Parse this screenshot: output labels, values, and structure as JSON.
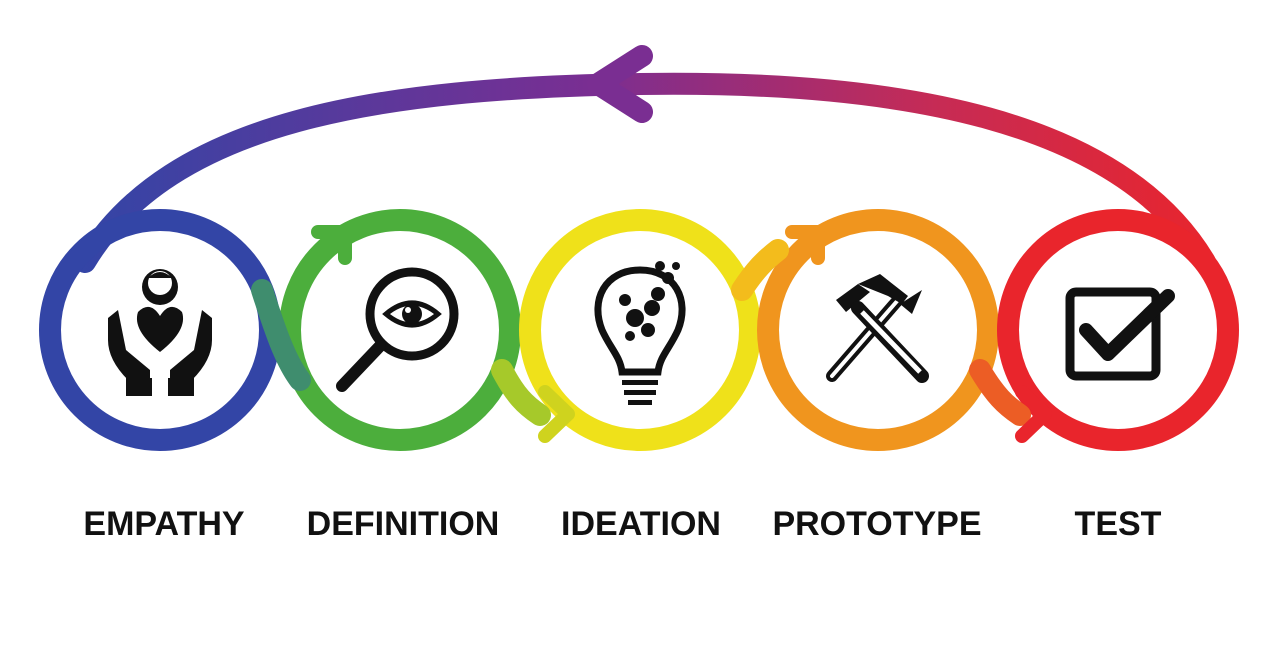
{
  "stages": [
    {
      "label": "EMPATHY",
      "icon": "hands-holding-person-icon",
      "color": "#3345a6"
    },
    {
      "label": "DEFINITION",
      "icon": "magnifier-eye-icon",
      "color": "#4cae3c"
    },
    {
      "label": "IDEATION",
      "icon": "lightbulb-ideas-icon",
      "color": "#efe11a"
    },
    {
      "label": "PROTOTYPE",
      "icon": "hammer-pencil-icon",
      "color": "#f0951e"
    },
    {
      "label": "TEST",
      "icon": "checkbox-icon",
      "color": "#e9252c"
    }
  ],
  "return_arrow": {
    "from_color": "#e9252c",
    "mid_color": "#7a2e92",
    "to_color": "#3345a6"
  }
}
